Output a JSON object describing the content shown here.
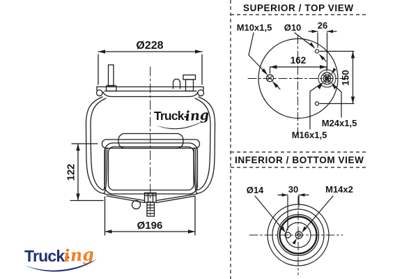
{
  "side_view": {
    "dim_top_diameter": "Ø228",
    "dim_height": "122",
    "dim_bottom_diameter": "Ø196",
    "logo": {
      "part1": "Truck-",
      "part2": "ing"
    }
  },
  "top_view": {
    "title": "SUPERIOR / TOP VIEW",
    "labels": {
      "stud_thread": "M10x1,5",
      "hole_diameter": "Ø10",
      "hole_offset": "26",
      "stud_spacing": "162",
      "hole_spacing": "150",
      "fitting_outer_thread": "M24x1,5",
      "fitting_inner_thread": "M16x1,5"
    }
  },
  "bottom_view": {
    "title": "INFERIOR / BOTTOM VIEW",
    "labels": {
      "hole_diameter": "Ø14",
      "hole_offset": "30",
      "stud_thread": "M14x2"
    }
  },
  "footer_logo": {
    "part1": "Truck-",
    "part2": "ing"
  },
  "colors": {
    "drawing_line": "#1c1c1c",
    "logo_navy": "#1f2e78",
    "logo_orange": "#f18222"
  }
}
